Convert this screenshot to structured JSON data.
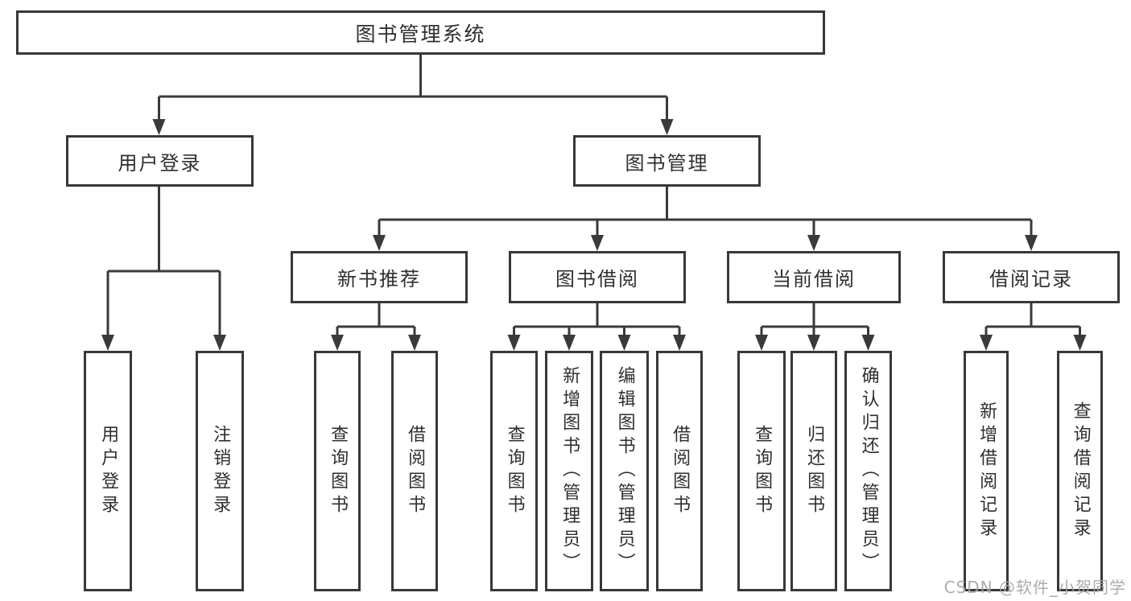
{
  "diagram": {
    "root": {
      "label": "图书管理系统"
    },
    "branches": [
      {
        "label": "用户登录",
        "children": [
          {
            "label": "用户登录"
          },
          {
            "label": "注销登录"
          }
        ]
      },
      {
        "label": "图书管理",
        "children": [
          {
            "label": "新书推荐",
            "children": [
              {
                "label": "查询图书"
              },
              {
                "label": "借阅图书"
              }
            ]
          },
          {
            "label": "图书借阅",
            "children": [
              {
                "label": "查询图书"
              },
              {
                "label": "新增图书（管理员）"
              },
              {
                "label": "编辑图书（管理员）"
              },
              {
                "label": "借阅图书"
              }
            ]
          },
          {
            "label": "当前借阅",
            "children": [
              {
                "label": "查询图书"
              },
              {
                "label": "归还图书"
              },
              {
                "label": "确认归还（管理员）"
              }
            ]
          },
          {
            "label": "借阅记录",
            "children": [
              {
                "label": "新增借阅记录"
              },
              {
                "label": "查询借阅记录"
              }
            ]
          }
        ]
      }
    ]
  },
  "watermark": "CSDN @软件_小贺同学",
  "colors": {
    "border": "#383838",
    "line": "#3a3a3a",
    "text": "#2f2f2f",
    "watermark": "#a5a5a5",
    "background": "#ffffff"
  }
}
